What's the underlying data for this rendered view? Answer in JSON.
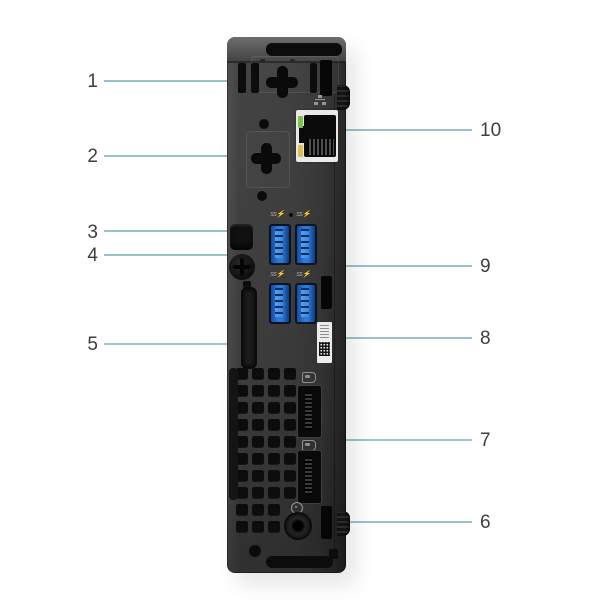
{
  "colors": {
    "background": "#ffffff",
    "callout_line": "#9bc3cd",
    "label_text": "#3e3e3e",
    "chassis_dark": "#3a3a3a",
    "usb_blue": "#2d7ad6",
    "ethernet_led_green": "#7cc24f",
    "ethernet_led_amber": "#d9c050"
  },
  "callouts": [
    {
      "number": "1"
    },
    {
      "number": "2"
    },
    {
      "number": "3"
    },
    {
      "number": "4"
    },
    {
      "number": "5"
    },
    {
      "number": "6"
    },
    {
      "number": "7"
    },
    {
      "number": "8"
    },
    {
      "number": "9"
    },
    {
      "number": "10"
    }
  ],
  "device": {
    "usb_speed_badge": "ss⚡"
  }
}
